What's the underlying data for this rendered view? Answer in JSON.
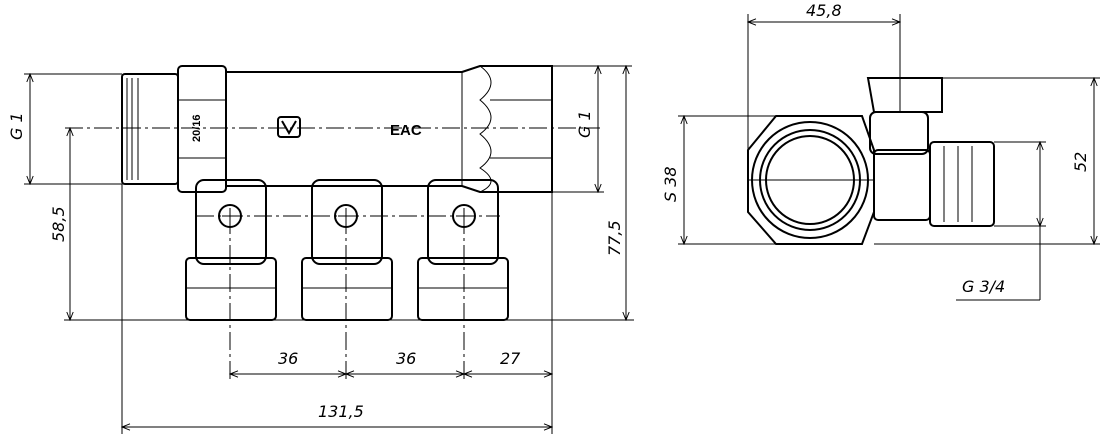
{
  "front_view": {
    "thread_left": "G 1",
    "thread_right": "G 1",
    "height_inlet": "58,5",
    "height_total": "77,5",
    "pitch_1": "36",
    "pitch_2": "36",
    "end_offset": "27",
    "overall_length": "131,5",
    "marking_rating": "20/16",
    "marking_cert": "EAC"
  },
  "side_view": {
    "depth": "45,8",
    "hex_size": "S 38",
    "height": "52",
    "outlet_thread": "G 3/4"
  }
}
